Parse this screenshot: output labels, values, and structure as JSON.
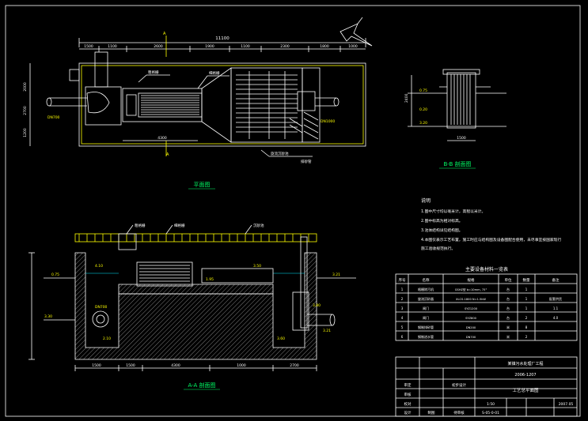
{
  "views": {
    "plan_title": "平面图",
    "section_aa_title": "A-A 剖面图",
    "section_bb_title": "B-B 剖面图"
  },
  "plan": {
    "total_dim": "11100",
    "seg_dims": [
      "1500",
      "1100",
      "2600",
      "1900",
      "1100",
      "2300",
      "1800",
      "1000"
    ],
    "inner_dim": "4300",
    "side_dims": [
      "2000",
      "2700",
      "1200"
    ],
    "pipe_in": "DN700",
    "pipe_out": "DN1000",
    "callouts": [
      "粗格栅",
      "细格栅",
      "旋流沉砂池",
      "排砂管"
    ]
  },
  "section_bb": {
    "levels": [
      "0.75",
      "0.20",
      "3.20"
    ],
    "dims": [
      "1500",
      "2400"
    ]
  },
  "section_aa": {
    "levels": [
      "0.75",
      "3.30",
      "2.10",
      "3.21",
      "3.50",
      "3.60",
      "4.10",
      "1.95",
      "3.80",
      "3.21"
    ],
    "pipe_label": "DN700",
    "bottom_dims": [
      "1500",
      "1500",
      "4300",
      "1000",
      "2700"
    ],
    "callouts": [
      "粗格栅",
      "细格栅",
      "沉砂池"
    ]
  },
  "notes": {
    "heading": "说明",
    "items": [
      "1.图中尺寸均以毫米计，高程以米计。",
      "2.图中标高为相对标高。",
      "3.池体结构详见结构图。",
      "4.本图仅表示工艺布置，施工时应与结构图及设备图配合使用，未尽事宜按国家现行",
      "  施工验收规范执行。"
    ]
  },
  "equipment_table": {
    "title": "主要设备材料一览表",
    "headers": [
      "序号",
      "名称",
      "规格",
      "单位",
      "数量",
      "备注"
    ],
    "rows": [
      [
        "1",
        "格栅除污机",
        "GSHZ型 b=10mm, 75°",
        "台",
        "1",
        ""
      ],
      [
        "2",
        "旋流沉砂器",
        "XLCS-1800 N=1.5kW",
        "台",
        "1",
        "配套供货"
      ],
      [
        "3",
        "闸门",
        "SYZ1200",
        "台",
        "1",
        "1.1"
      ],
      [
        "4",
        "闸门",
        "SYZ800",
        "台",
        "2",
        "4.0"
      ],
      [
        "5",
        "钢制排砂管",
        "DN200",
        "米",
        "8",
        ""
      ],
      [
        "6",
        "钢制进水管",
        "DN700",
        "米",
        "2",
        ""
      ]
    ]
  },
  "title_block": {
    "project": "某镇污水处理厂工程",
    "project_no": "2006-1207",
    "drawing_name": "工艺总平面图",
    "scale": "1:50",
    "date": "2007.05",
    "drawing_no": "S-05-0-01",
    "row_labels": [
      "审定",
      "审核",
      "校对",
      "设计",
      "制图"
    ],
    "stage_label": "初步设计",
    "status": "待审核"
  }
}
